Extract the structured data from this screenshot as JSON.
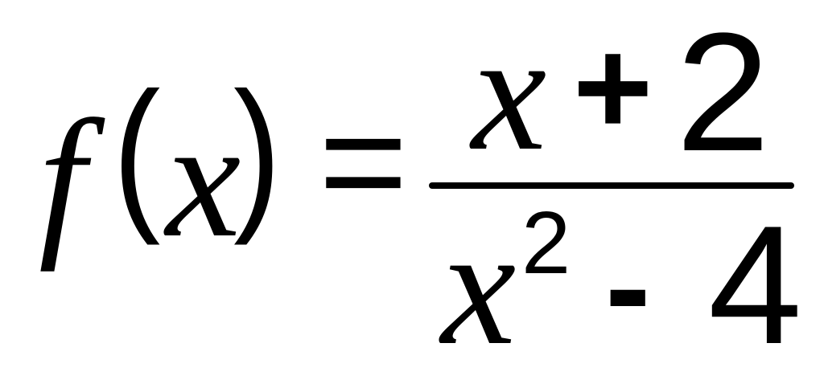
{
  "equation": {
    "function_name": "f",
    "left_paren": "(",
    "argument": "x",
    "right_paren": ")",
    "equals": "=",
    "numerator": {
      "variable": "x",
      "operator": "+",
      "constant": "2"
    },
    "denominator": {
      "variable": "x",
      "exponent": "2",
      "operator": "-",
      "constant": "4"
    }
  }
}
